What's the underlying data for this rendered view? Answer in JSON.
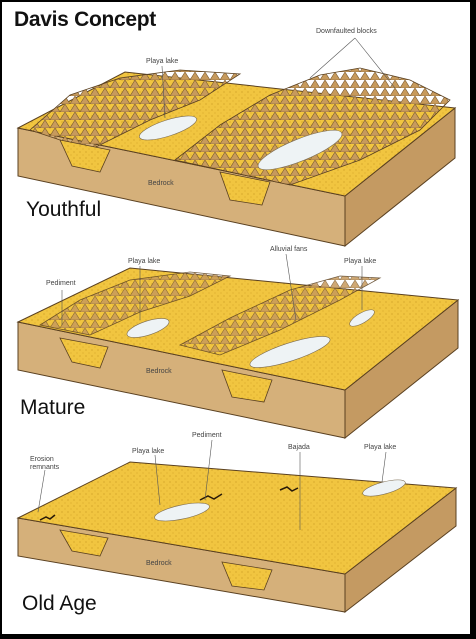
{
  "title": "Davis Concept",
  "stages": [
    {
      "label": "Youthful",
      "annotations": [
        "Playa lake",
        "Downfaulted blocks",
        "Bedrock"
      ]
    },
    {
      "label": "Mature",
      "annotations": [
        "Pediment",
        "Playa lake",
        "Alluvial fans",
        "Playa lake",
        "Bedrock"
      ]
    },
    {
      "label": "Old Age",
      "annotations": [
        "Erosion remnants",
        "Playa lake",
        "Pediment",
        "Bajada",
        "Playa lake",
        "Bedrock"
      ]
    }
  ],
  "colors": {
    "surface": "#f1c540",
    "earth": "#d5b07a",
    "mountains": "#c79a5c",
    "lake": "#eef3f5",
    "frame": "#000000"
  }
}
